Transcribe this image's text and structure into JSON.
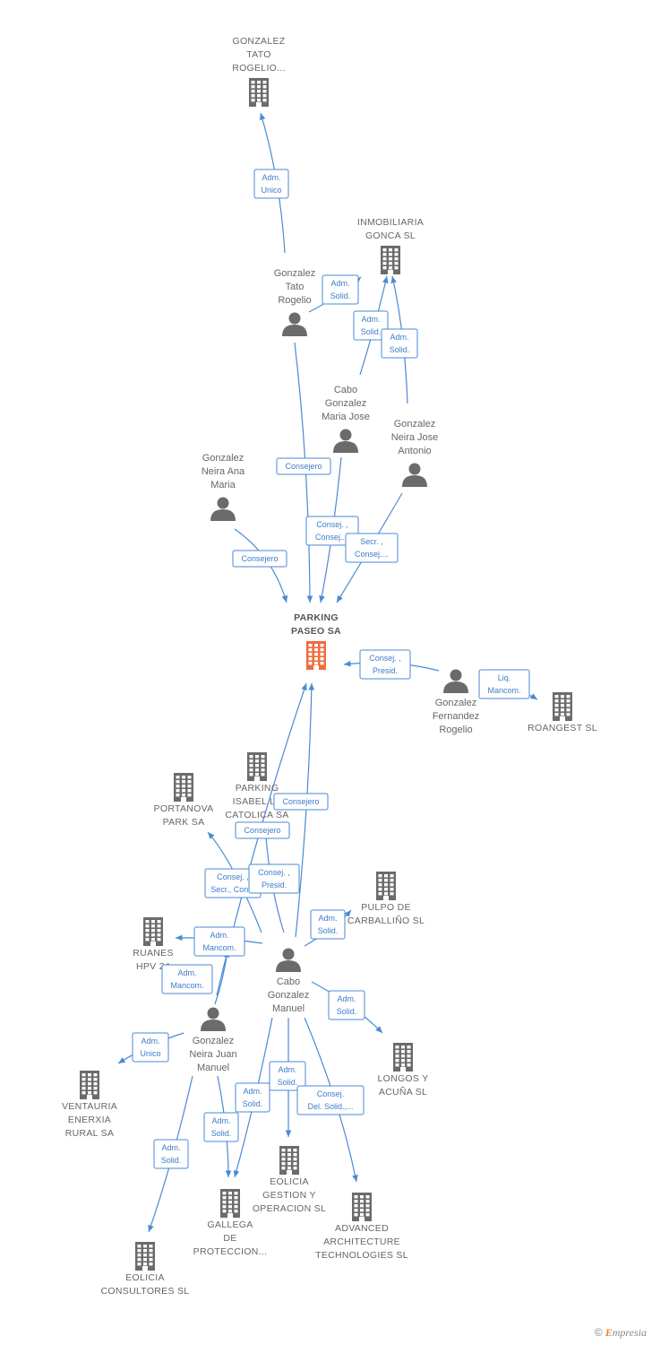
{
  "colors": {
    "edge": "#4a8ad4",
    "icon": "#6b6b6b",
    "main_icon": "#f26a3d"
  },
  "nodes": [
    {
      "id": "gtr_co",
      "type": "company",
      "label": [
        "GONZALEZ",
        "TATO",
        "ROGELIO..."
      ]
    },
    {
      "id": "gonca",
      "type": "company",
      "label": [
        "INMOBILIARIA",
        "GONCA SL"
      ]
    },
    {
      "id": "gtr",
      "type": "person",
      "label": [
        "Gonzalez",
        "Tato",
        "Rogelio"
      ]
    },
    {
      "id": "cgmj",
      "type": "person",
      "label": [
        "Cabo",
        "Gonzalez",
        "Maria Jose"
      ]
    },
    {
      "id": "gnja",
      "type": "person",
      "label": [
        "Gonzalez",
        "Neira Jose",
        "Antonio"
      ]
    },
    {
      "id": "gnam",
      "type": "person",
      "label": [
        "Gonzalez",
        "Neira Ana",
        "Maria"
      ]
    },
    {
      "id": "main",
      "type": "main",
      "label": [
        "PARKING",
        "PASEO SA"
      ]
    },
    {
      "id": "gfr",
      "type": "person",
      "label": [
        "Gonzalez",
        "Fernandez",
        "Rogelio"
      ]
    },
    {
      "id": "roangest",
      "type": "company",
      "label": [
        "ROANGEST SL"
      ]
    },
    {
      "id": "pisabel",
      "type": "company",
      "label": [
        "PARKING",
        "ISABEL LA",
        "CATOLICA SA"
      ]
    },
    {
      "id": "portanova",
      "type": "company",
      "label": [
        "PORTANOVA",
        "PARK SA"
      ]
    },
    {
      "id": "pulpo",
      "type": "company",
      "label": [
        "PULPO DE",
        "CARBALLIÑO SL"
      ]
    },
    {
      "id": "ruanes",
      "type": "company",
      "label": [
        "RUANES",
        "HPV 24"
      ]
    },
    {
      "id": "cgm",
      "type": "person",
      "label": [
        "Cabo",
        "Gonzalez",
        "Manuel"
      ]
    },
    {
      "id": "gnjm",
      "type": "person",
      "label": [
        "Gonzalez",
        "Neira Juan",
        "Manuel"
      ]
    },
    {
      "id": "longos",
      "type": "company",
      "label": [
        "LONGOS Y",
        "ACUÑA SL"
      ]
    },
    {
      "id": "ventauria",
      "type": "company",
      "label": [
        "VENTAURIA",
        "ENERXIA",
        "RURAL SA"
      ]
    },
    {
      "id": "eolicia_g",
      "type": "company",
      "label": [
        "EOLICIA",
        "GESTION Y",
        "OPERACION SL"
      ]
    },
    {
      "id": "gallega",
      "type": "company",
      "label": [
        "GALLEGA",
        "DE",
        "PROTECCION..."
      ]
    },
    {
      "id": "advanced",
      "type": "company",
      "label": [
        "ADVANCED",
        "ARCHITECTURE",
        "TECHNOLOGIES SL"
      ]
    },
    {
      "id": "eolicia_c",
      "type": "company",
      "label": [
        "EOLICIA",
        "CONSULTORES SL"
      ]
    }
  ],
  "edges": [
    {
      "from": "gtr",
      "to": "gtr_co",
      "label": [
        "Adm.",
        "Unico"
      ]
    },
    {
      "from": "gtr",
      "to": "gonca",
      "label": [
        "Adm.",
        "Solid."
      ]
    },
    {
      "from": "cgmj",
      "to": "gonca",
      "label": [
        "Adm.",
        "Solid."
      ]
    },
    {
      "from": "gnja",
      "to": "gonca",
      "label": [
        "Adm.",
        "Solid."
      ]
    },
    {
      "from": "gtr",
      "to": "main",
      "label": [
        "Consejero"
      ]
    },
    {
      "from": "gnam",
      "to": "main",
      "label": [
        "Consejero"
      ]
    },
    {
      "from": "cgmj",
      "to": "main",
      "label": [
        "Consej. ,",
        "Consej...."
      ]
    },
    {
      "from": "gnja",
      "to": "main",
      "label": [
        "Secr. ,",
        "Consej...."
      ]
    },
    {
      "from": "gfr",
      "to": "main",
      "label": [
        "Consej. ,",
        "Presid."
      ]
    },
    {
      "from": "gfr",
      "to": "roangest",
      "label": [
        "Liq.",
        "Mancom."
      ]
    },
    {
      "from": "cgm",
      "to": "main",
      "label": [
        "Consejero"
      ]
    },
    {
      "from": "gnjm",
      "to": "main",
      "label": [
        "Consejero"
      ]
    },
    {
      "from": "cgm",
      "to": "portanova",
      "label": [
        "Consej. ,",
        "Secr., Con..."
      ]
    },
    {
      "from": "cgm",
      "to": "pisabel",
      "label": [
        "Consej. ,",
        "Presid."
      ]
    },
    {
      "from": "cgm",
      "to": "pulpo",
      "label": [
        "Adm.",
        "Solid."
      ]
    },
    {
      "from": "cgm",
      "to": "ruanes",
      "label": [
        "Adm.",
        "Mancom."
      ]
    },
    {
      "from": "gnjm",
      "to": "ruanes",
      "label": [
        "Adm.",
        "Mancom."
      ]
    },
    {
      "from": "cgm",
      "to": "longos",
      "label": [
        "Adm.",
        "Solid."
      ]
    },
    {
      "from": "gnjm",
      "to": "ventauria",
      "label": [
        "Adm.",
        "Unico"
      ]
    },
    {
      "from": "cgm",
      "to": "eolicia_g",
      "label": [
        "Adm.",
        "Solid."
      ]
    },
    {
      "from": "cgm",
      "to": "gallega",
      "label": [
        "Adm.",
        "Solid."
      ]
    },
    {
      "from": "gnjm",
      "to": "gallega",
      "label": [
        "Adm.",
        "Solid."
      ]
    },
    {
      "from": "cgm",
      "to": "advanced",
      "label": [
        "Consej.",
        "Del. Solid.,..."
      ]
    },
    {
      "from": "gnjm",
      "to": "eolicia_c",
      "label": [
        "Adm.",
        "Solid."
      ]
    }
  ],
  "brand": {
    "copyright": "©",
    "initial": "E",
    "rest": "mpresia"
  }
}
